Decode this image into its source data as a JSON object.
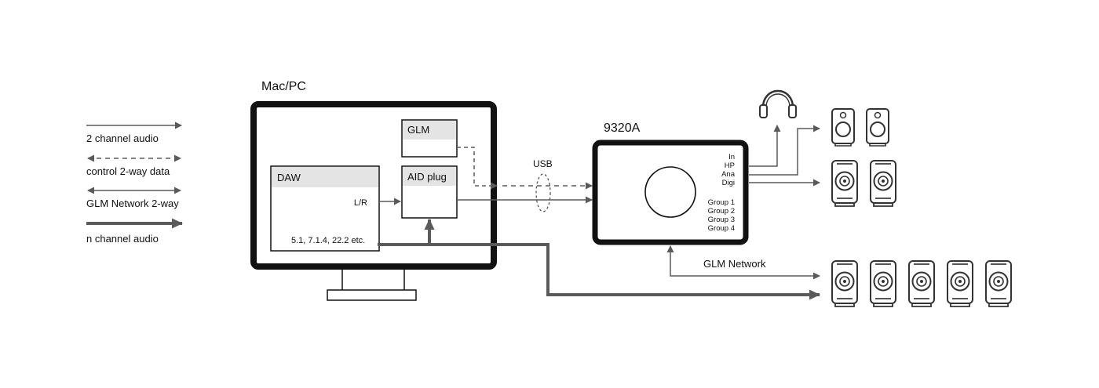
{
  "legend": {
    "two_channel": "2 channel audio",
    "control": "control 2-way data",
    "glm_network": "GLM Network 2-way",
    "n_channel": "n channel audio"
  },
  "computer": {
    "title": "Mac/PC",
    "glm_label": "GLM",
    "aid_label": "AID plug",
    "daw_label": "DAW",
    "lr_label": "L/R",
    "formats_label": "5.1, 7.1.4, 22.2 etc."
  },
  "link": {
    "usb_label": "USB"
  },
  "device": {
    "title": "9320A",
    "outputs": [
      "In",
      "HP",
      "Ana",
      "Digi"
    ],
    "groups": [
      "Group 1",
      "Group 2",
      "Group 3",
      "Group 4"
    ]
  },
  "network": {
    "label": "GLM Network"
  },
  "colors": {
    "frame": "#111111",
    "arrow": "#5a5a5a",
    "header_fill": "#e4e4e4"
  },
  "icons": [
    "headphones-icon",
    "small-speaker-icon",
    "monitor-speaker-icon"
  ]
}
